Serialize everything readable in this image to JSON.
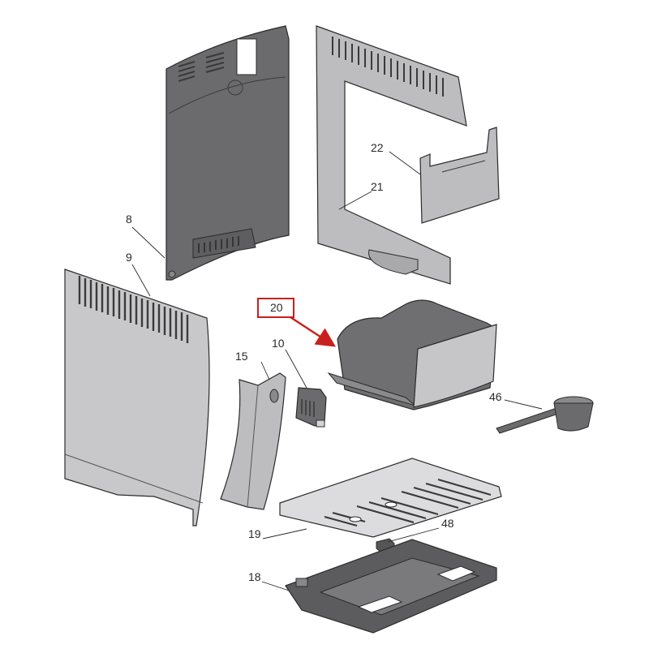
{
  "diagram": {
    "type": "exploded-parts-diagram",
    "colors": {
      "part_dark": "#6b6b6d",
      "part_mid": "#8a8a8c",
      "part_light": "#bdbdbf",
      "part_lighter": "#d4d4d6",
      "outline": "#2b2b2b",
      "highlight": "#c8201e",
      "background": "#ffffff"
    },
    "highlighted_part": "20",
    "callouts": [
      {
        "id": "8",
        "label": "8",
        "part": "rear-inner-panel"
      },
      {
        "id": "9",
        "label": "9",
        "part": "side-cover-panel"
      },
      {
        "id": "10",
        "label": "10",
        "part": "spout-connector"
      },
      {
        "id": "15",
        "label": "15",
        "part": "front-curved-cover"
      },
      {
        "id": "18",
        "label": "18",
        "part": "drip-tray-base"
      },
      {
        "id": "19",
        "label": "19",
        "part": "drip-tray-grille"
      },
      {
        "id": "20",
        "label": "20",
        "part": "grounds-container",
        "highlighted": true
      },
      {
        "id": "21",
        "label": "21",
        "part": "frame-panel"
      },
      {
        "id": "22",
        "label": "22",
        "part": "grounds-container-flap"
      },
      {
        "id": "46",
        "label": "46",
        "part": "measuring-scoop"
      },
      {
        "id": "48",
        "label": "48",
        "part": "float-clip"
      }
    ]
  }
}
